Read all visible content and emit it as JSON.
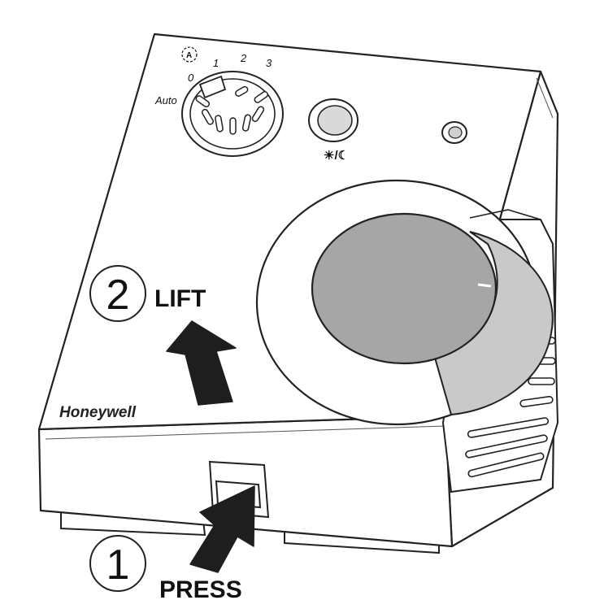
{
  "device": {
    "brand": "Honeywell",
    "fan_selector": {
      "positions": [
        "Auto",
        "0",
        "1",
        "2",
        "3"
      ],
      "mode_symbol": "A"
    },
    "mode_button_symbol": "☀/☾",
    "indicator": "led-indicator"
  },
  "steps": [
    {
      "number": "2",
      "action": "LIFT"
    },
    {
      "number": "1",
      "action": "PRESS"
    }
  ],
  "colors": {
    "outline": "#222222",
    "body": "#ffffff",
    "knob_face": "#a6a6a6",
    "knob_side": "#c9c9c9",
    "arrow": "#1e1e1e"
  }
}
